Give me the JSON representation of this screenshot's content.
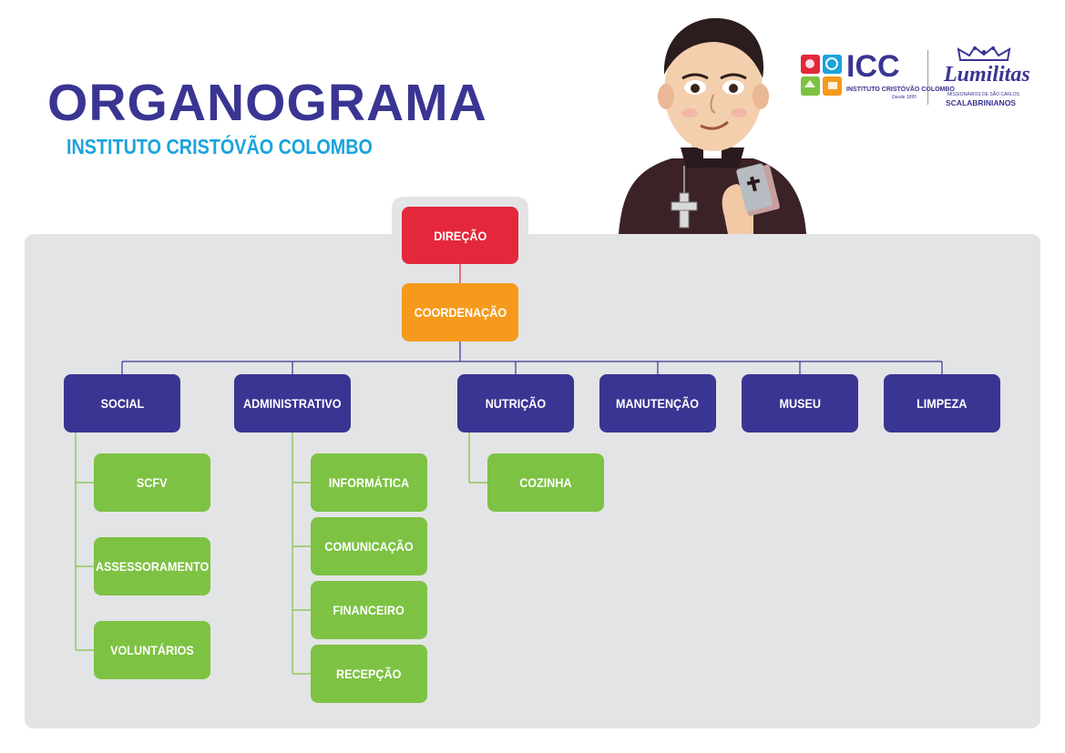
{
  "header": {
    "title": "ORGANOGRAMA",
    "subtitle": "INSTITUTO CRISTÓVÃO COLOMBO"
  },
  "logos": {
    "icc_mark": "ICC",
    "icc_name": "INSTITUTO CRISTÓVÃO COLOMBO",
    "icc_tagline": "Desde 1895",
    "lumilitas_mark": "Lumilitas",
    "lumilitas_line1": "MISSIONÁRIOS DE SÃO CARLOS",
    "lumilitas_line2": "SCALABRINIANOS"
  },
  "colors": {
    "navy": "#3a3592",
    "red": "#e4273a",
    "orange": "#f59a1c",
    "green": "#7dc243",
    "cyan": "#1aa3dc",
    "panel": "#e3e4e6"
  },
  "org": {
    "top": "DIREÇÃO",
    "coordination": "COORDENAÇÃO",
    "departments": [
      {
        "label": "SOCIAL",
        "children": [
          "SCFV",
          "ASSESSORAMENTO",
          "VOLUNTÁRIOS"
        ]
      },
      {
        "label": "ADMINISTRATIVO",
        "children": [
          "INFORMÁTICA",
          "COMUNICAÇÃO",
          "FINANCEIRO",
          "RECEPÇÃO"
        ]
      },
      {
        "label": "NUTRIÇÃO",
        "children": [
          "COZINHA"
        ]
      },
      {
        "label": "MANUTENÇÃO",
        "children": []
      },
      {
        "label": "MUSEU",
        "children": []
      },
      {
        "label": "LIMPEZA",
        "children": []
      }
    ]
  }
}
